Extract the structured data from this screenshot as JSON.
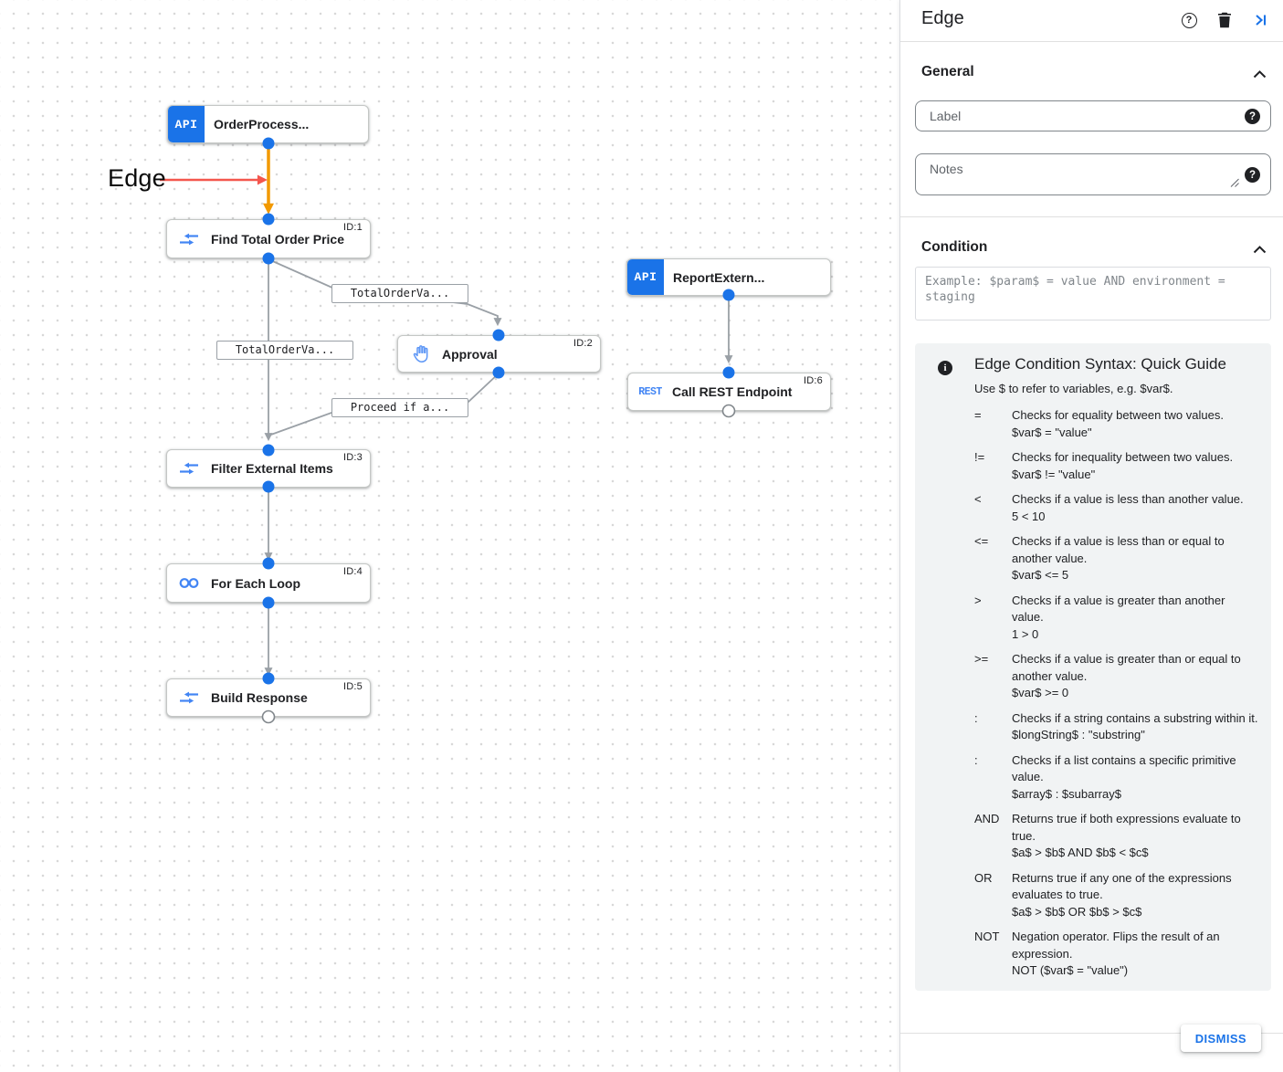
{
  "canvas": {
    "annotation": {
      "label": "Edge"
    },
    "nodes": [
      {
        "badge": "API",
        "title": "OrderProcess...",
        "id": ""
      },
      {
        "title": "Find Total Order Price",
        "id": "ID:1"
      },
      {
        "title": "Approval",
        "id": "ID:2"
      },
      {
        "badge": "API",
        "title": "ReportExtern...",
        "id": ""
      },
      {
        "badge": "REST",
        "title": "Call REST Endpoint",
        "id": "ID:6"
      },
      {
        "title": "Filter External Items",
        "id": "ID:3"
      },
      {
        "title": "For Each Loop",
        "id": "ID:4"
      },
      {
        "title": "Build Response",
        "id": "ID:5"
      }
    ],
    "edge_labels": [
      "TotalOrderVa...",
      "TotalOrderVa...",
      "Proceed if a..."
    ]
  },
  "panel": {
    "title": "Edge",
    "icons": {
      "help": "?",
      "info": "i"
    },
    "sections": {
      "general": "General",
      "condition": "Condition"
    },
    "fields": {
      "label_placeholder": "Label",
      "notes_placeholder": "Notes",
      "condition_placeholder": "Example: $param$ = value AND environment = staging"
    },
    "guide": {
      "title": "Edge Condition Syntax: Quick Guide",
      "intro": "Use $ to refer to variables, e.g. $var$.",
      "rows": [
        {
          "op": "=",
          "desc": "Checks for equality between two values.",
          "example": "$var$ = \"value\""
        },
        {
          "op": "!=",
          "desc": "Checks for inequality between two values.",
          "example": "$var$ != \"value\""
        },
        {
          "op": "<",
          "desc": "Checks if a value is less than another value.",
          "example": "5 < 10"
        },
        {
          "op": "<=",
          "desc": "Checks if a value is less than or equal to another value.",
          "example": "$var$ <= 5"
        },
        {
          "op": ">",
          "desc": "Checks if a value is greater than another value.",
          "example": "1 > 0"
        },
        {
          "op": ">=",
          "desc": "Checks if a value is greater than or equal to another value.",
          "example": "$var$ >= 0"
        },
        {
          "op": ":",
          "desc": "Checks if a string contains a substring within it.",
          "example": "$longString$ : \"substring\""
        },
        {
          "op": ":",
          "desc": "Checks if a list contains a specific primitive value.",
          "example": "$array$ : $subarray$"
        },
        {
          "op": "AND",
          "desc": "Returns true if both expressions evaluate to true.",
          "example": "$a$ > $b$ AND $b$ < $c$"
        },
        {
          "op": "OR",
          "desc": "Returns true if any one of the expressions evaluates to true.",
          "example": "$a$ > $b$ OR $b$ > $c$"
        },
        {
          "op": "NOT",
          "desc": "Negation operator. Flips the result of an expression.",
          "example": "NOT ($var$ = \"value\")"
        }
      ]
    },
    "dismiss_label": "DISMISS"
  },
  "colors": {
    "accent_blue": "#1a73e8",
    "icon_blue": "#4285f4",
    "edge_grey": "#9aa0a6",
    "selected_edge_orange": "#f29900",
    "annotation_red": "#f4564d"
  }
}
